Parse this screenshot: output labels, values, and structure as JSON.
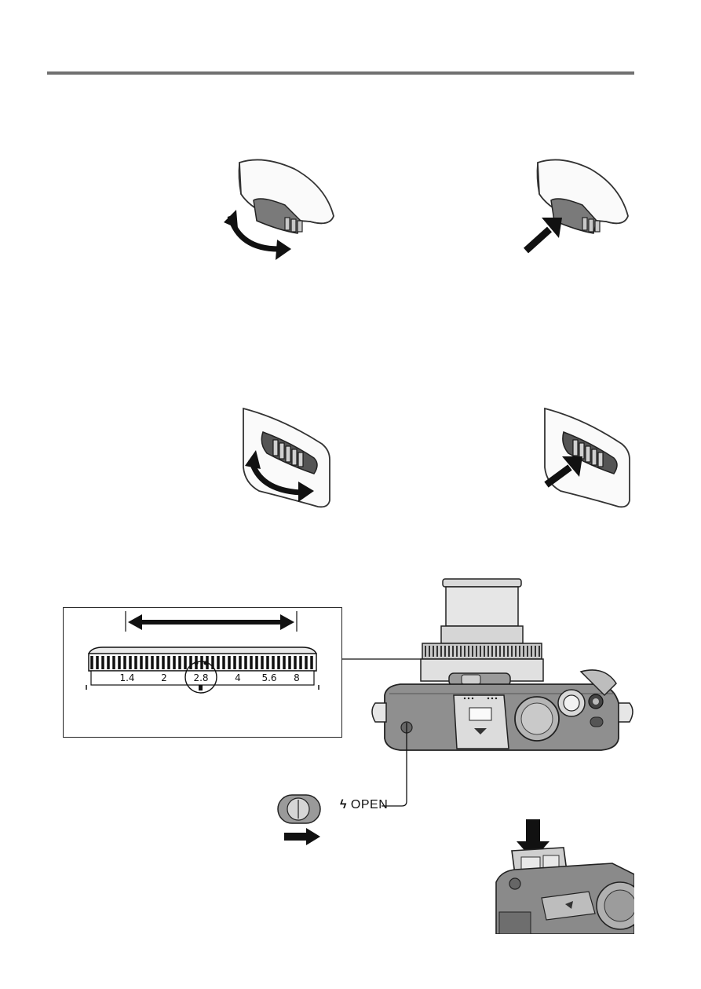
{
  "aperture_ring": {
    "marks": [
      "1.4",
      "2",
      "2.8",
      "4",
      "5.6",
      "8"
    ],
    "selected": "2.8"
  },
  "flash_switch": {
    "symbol": "ϟ",
    "label": "OPEN"
  },
  "icons": [
    "rotate-dial-icon",
    "press-dial-icon",
    "slide-arrow-icon",
    "press-down-arrow-icon"
  ]
}
